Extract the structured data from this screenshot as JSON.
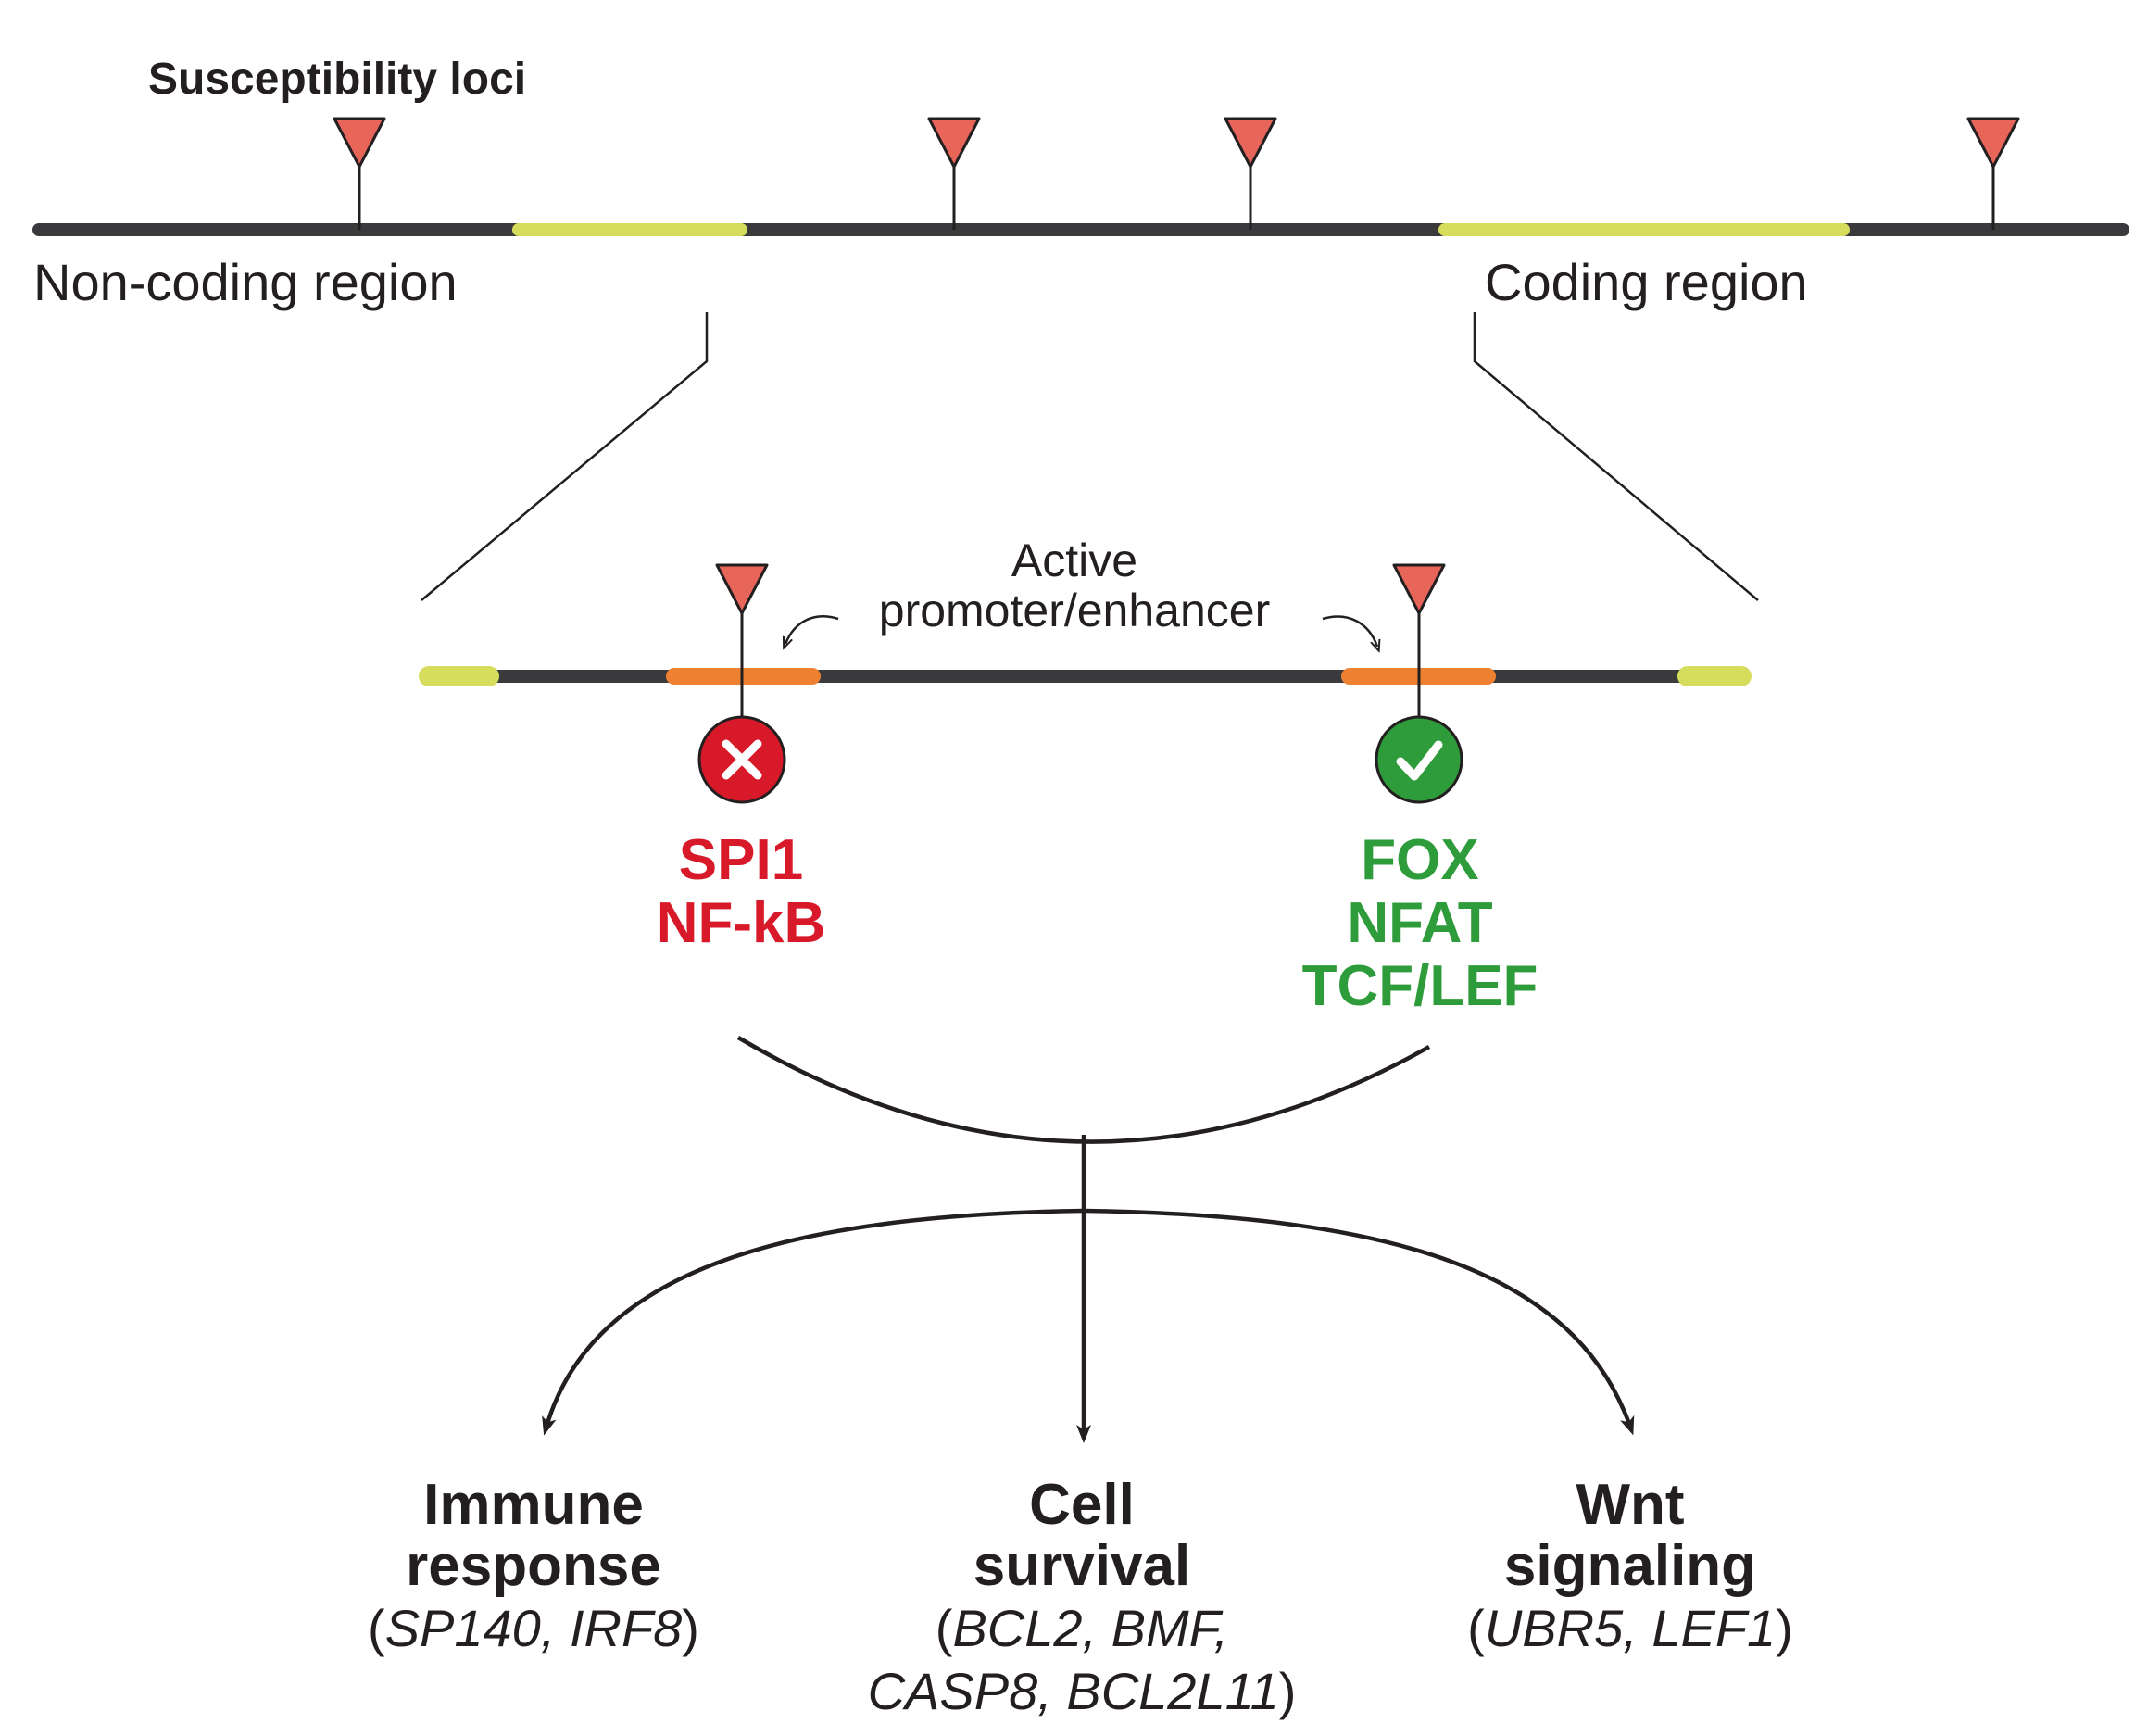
{
  "title": "Susceptibility loci",
  "regions": {
    "non_coding": "Non-coding region",
    "coding": "Coding region"
  },
  "zoom": {
    "active_label": "Active\npromoter/enhancer"
  },
  "factors": {
    "disrupted": [
      "SPI1",
      "NF-kB"
    ],
    "created": [
      "FOX",
      "NFAT",
      "TCF/LEF"
    ]
  },
  "outcomes": [
    {
      "head": "Immune\nresponse",
      "genes_open": "(",
      "genes": "SP140, IRF8",
      "genes_close": ")"
    },
    {
      "head": "Cell\nsurvival",
      "genes_open": "(",
      "genes": "BCL2, BMF,\nCASP8, BCL2L11",
      "genes_close": ")"
    },
    {
      "head": "Wnt\nsignaling",
      "genes_open": "(",
      "genes": "UBR5, LEF1",
      "genes_close": ")"
    }
  ],
  "colors": {
    "line": "#3a3a3c",
    "loci_marker": "#e8655a",
    "highlight": "#d6dc5c",
    "promoter": "#ee8131",
    "disrupted": "#d7192a",
    "created": "#2e9c3a"
  },
  "icons": {
    "loci": "triangle-marker-icon",
    "disrupted": "x-circle-icon",
    "created": "check-circle-icon"
  }
}
